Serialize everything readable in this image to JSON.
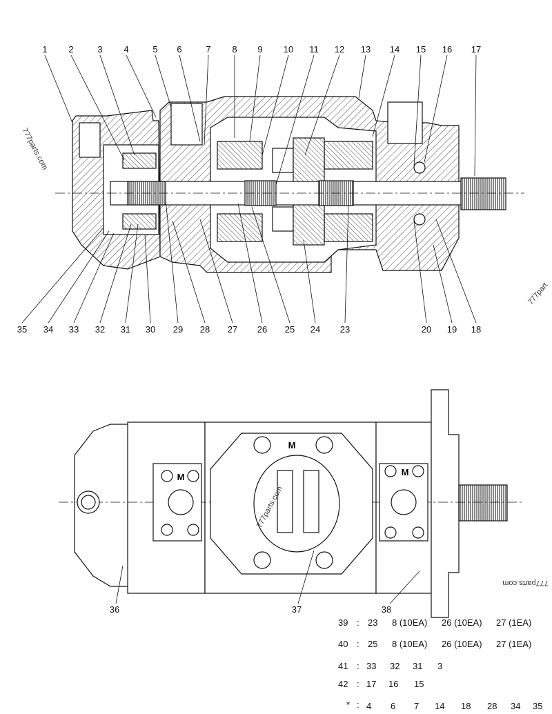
{
  "colors": {
    "line": "#111111",
    "hatch": "#555555",
    "paper": "#ffffff"
  },
  "watermarks": [
    "777parts.com",
    "777part",
    "777parts.com",
    "777parts.com"
  ],
  "plate_letters": [
    "M",
    "M",
    "M"
  ],
  "top_callouts": [
    "1",
    "2",
    "3",
    "4",
    "5",
    "6",
    "7",
    "8",
    "9",
    "10",
    "11",
    "12",
    "13",
    "14",
    "15",
    "16",
    "17"
  ],
  "bottom_callouts": [
    "35",
    "34",
    "33",
    "32",
    "31",
    "30",
    "29",
    "28",
    "27",
    "26",
    "25",
    "24",
    "23",
    "20",
    "19",
    "18"
  ],
  "lower_callouts": [
    "36",
    "37",
    "38"
  ],
  "kit_table": [
    {
      "id": "39",
      "sep": ":",
      "parts": [
        "23",
        "8 (10EA)",
        "26 (10EA)",
        "27 (1EA)"
      ]
    },
    {
      "id": "40",
      "sep": ":",
      "parts": [
        "25",
        "8 (10EA)",
        "26 (10EA)",
        "27 (1EA)"
      ]
    },
    {
      "id": "41",
      "sep": ":",
      "parts": [
        "33",
        "32",
        "31",
        "3"
      ]
    },
    {
      "id": "42",
      "sep": ":",
      "parts": [
        "17",
        "16",
        "15"
      ]
    },
    {
      "id": "*",
      "sep": ":",
      "parts": [
        "4",
        "6",
        "7",
        "14",
        "18",
        "28",
        "34",
        "35"
      ]
    }
  ]
}
